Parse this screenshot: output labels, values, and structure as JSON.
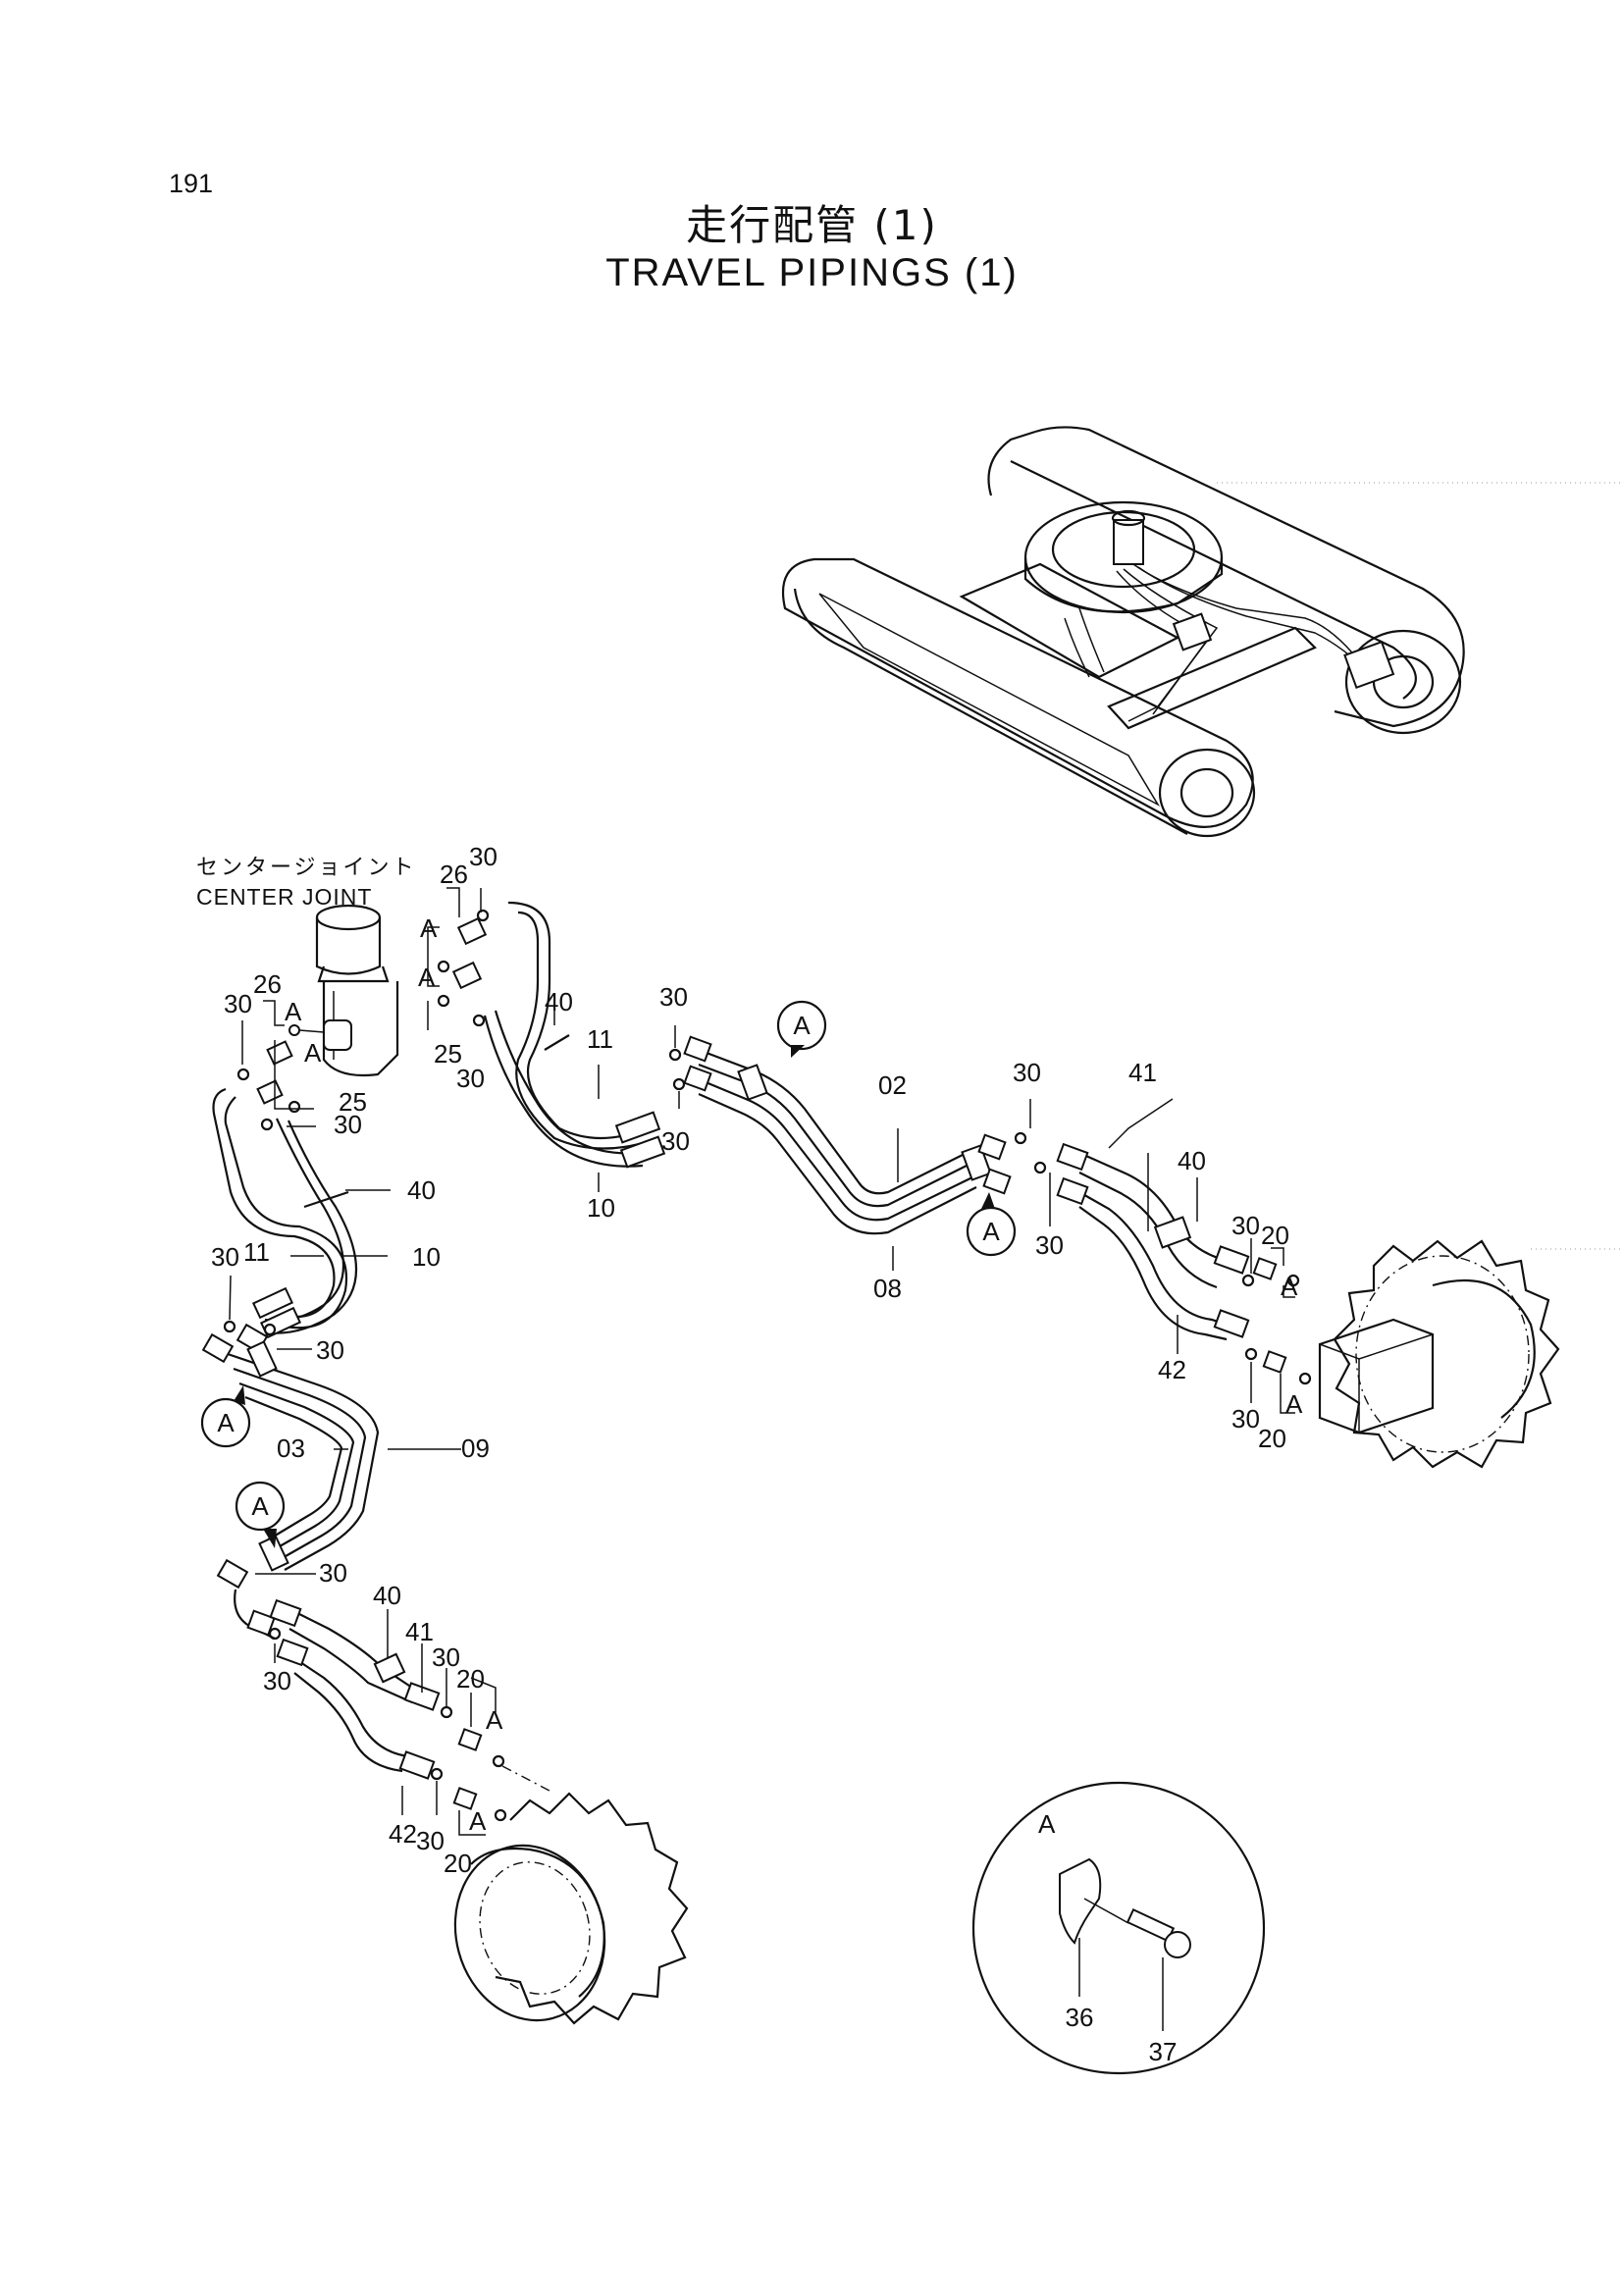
{
  "page_number": "191",
  "title_jp": "走行配管 (1)",
  "title_en": "TRAVEL PIPINGS (1)",
  "center_joint": {
    "jp": "センタージョイント",
    "en": "CENTER JOINT"
  },
  "labels": {
    "l30_cj_top": "30",
    "l26_cj_top": "26",
    "lA_cj_top": "A",
    "lA_cj_mid": "A",
    "l25_cj_top": "25",
    "l30_cj_r": "30",
    "l40_top": "40",
    "l11_top": "11",
    "l10_top": "10",
    "l30_left": "30",
    "l26_left": "26",
    "lA_left1": "A",
    "lA_left2": "A",
    "l25_left": "25",
    "l30_left2": "30",
    "l40_left": "40",
    "l11_left": "11",
    "l10_left": "10",
    "l30_mid": "30",
    "l30_mid2": "30",
    "l02": "02",
    "l08": "08",
    "l30_r1": "30",
    "l30_r2": "30",
    "l41_r": "41",
    "l40_r": "40",
    "l30_r3": "30",
    "l20_r": "20",
    "lA_r1": "A",
    "l42_r": "42",
    "l30_r4": "30",
    "l20_r2": "20",
    "lA_r2": "A",
    "l30_l3": "30",
    "l30_l4": "30",
    "l03": "03",
    "l09": "09",
    "l30_b1": "30",
    "l40_b": "40",
    "l41_b": "41",
    "l30_b2": "30",
    "l20_b": "20",
    "lA_b1": "A",
    "l30_b3": "30",
    "l42_b": "42",
    "l30_b4": "30",
    "lA_b2": "A",
    "l20_b2": "20",
    "circleA_1": "A",
    "circleA_2": "A",
    "circleA_3": "A",
    "circleA_4": "A",
    "detail_A": "A",
    "l36": "36",
    "l37": "37"
  }
}
